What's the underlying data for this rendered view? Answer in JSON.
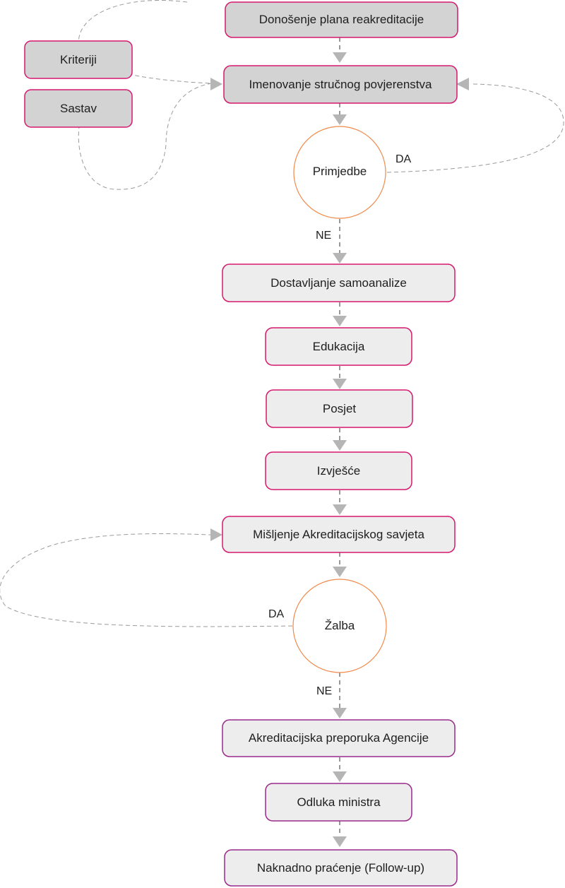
{
  "nodes": {
    "plan": "Donošenje plana reakreditacije",
    "kriteriji": "Kriteriji",
    "sastav": "Sastav",
    "imenovanje": "Imenovanje stručnog povjerenstva",
    "primjedbe": "Primjedbe",
    "samoanaliza": "Dostavljanje samoanalize",
    "edukacija": "Edukacija",
    "posjet": "Posjet",
    "izvjesce": "Izvješće",
    "misljenje": "Mišljenje Akreditacijskog savjeta",
    "zalba": "Žalba",
    "preporuka": "Akreditacijska preporuka Agencije",
    "odluka": "Odluka ministra",
    "followup": "Naknadno praćenje (Follow-up)"
  },
  "edge_labels": {
    "primjedbe_da": "DA",
    "primjedbe_ne": "NE",
    "zalba_da": "DA",
    "zalba_ne": "NE"
  },
  "colors": {
    "pink_border": "#d6186f",
    "purple_border": "#9a2a8c",
    "circle_border": "#f08a4b",
    "box_fill_dark": "#d3d3d3",
    "box_fill_light": "#ededed",
    "connector": "#555555",
    "arrowhead": "#b5b5b5",
    "loop_line": "#9a9a9a"
  }
}
